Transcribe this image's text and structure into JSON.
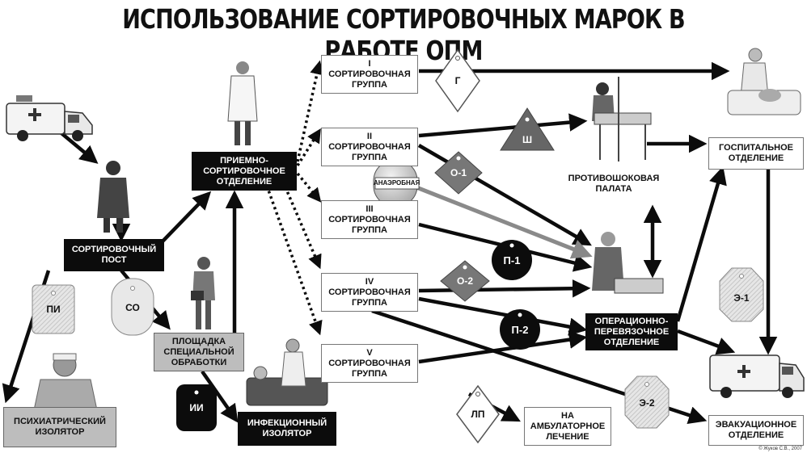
{
  "title": "ИСПОЛЬЗОВАНИЕ СОРТИРОВОЧНЫХ МАРОК В РАБОТЕ ОПМ",
  "nodes": {
    "priemno": "ПРИЕМНО-\nСОРТИРОВОЧНОЕ\nОТДЕЛЕНИЕ",
    "sort_post": "СОРТИРОВОЧНЫЙ\nПОСТ",
    "group1": "I\nСОРТИРОВОЧНАЯ\nГРУППА",
    "group2": "II\nСОРТИРОВОЧНАЯ\nГРУППА",
    "group3": "III\nСОРТИРОВОЧНАЯ\nГРУППА",
    "group4": "IV\nСОРТИРОВОЧНАЯ\nГРУППА",
    "group5": "V\nСОРТИРОВОЧНАЯ\nГРУППА",
    "hospital": "ГОСПИТАЛЬНОЕ\nОТДЕЛЕНИЕ",
    "shock": "ПРОТИВОШОКОВАЯ\nПАЛАТА",
    "operating": "ОПЕРАЦИОННО-\nПЕРЕВЯЗОЧНОЕ\nОТДЕЛЕНИЕ",
    "special": "ПЛОЩАДКА\nСПЕЦИАЛЬНОЙ\nОБРАБОТКИ",
    "infect": "ИНФЕКЦИОННЫЙ\nИЗОЛЯТОР",
    "psych": "ПСИХИАТРИЧЕСКИЙ\nИЗОЛЯТОР",
    "ambul": "НА\nАМБУЛАТОРНОЕ\nЛЕЧЕНИЕ",
    "evac": "ЭВАКУАЦИОННОЕ\nОТДЕЛЕНИЕ"
  },
  "tags": {
    "g": "Г",
    "sh": "Ш",
    "o1": "О-1",
    "anaerob": "АНАЭРОБНАЯ",
    "p1": "П-1",
    "o2": "О-2",
    "p2": "П-2",
    "e1": "Э-1",
    "e2": "Э-2",
    "lp": "ЛП",
    "pi": "ПИ",
    "so": "СО",
    "ii": "ИИ"
  },
  "icons": [
    "ambulance-icon",
    "gas-mask-person-icon",
    "doctor-icon",
    "nurse-bed-icon",
    "stretcher-icon",
    "surgeon-icon",
    "patient-bed-icon",
    "psych-patient-icon",
    "protective-suit-person-icon"
  ],
  "colors": {
    "dark": "#0c0c0c",
    "grey": "#bdbdbd",
    "hatch": "#888888"
  },
  "copyright": "© Жуков С.В., 2007"
}
